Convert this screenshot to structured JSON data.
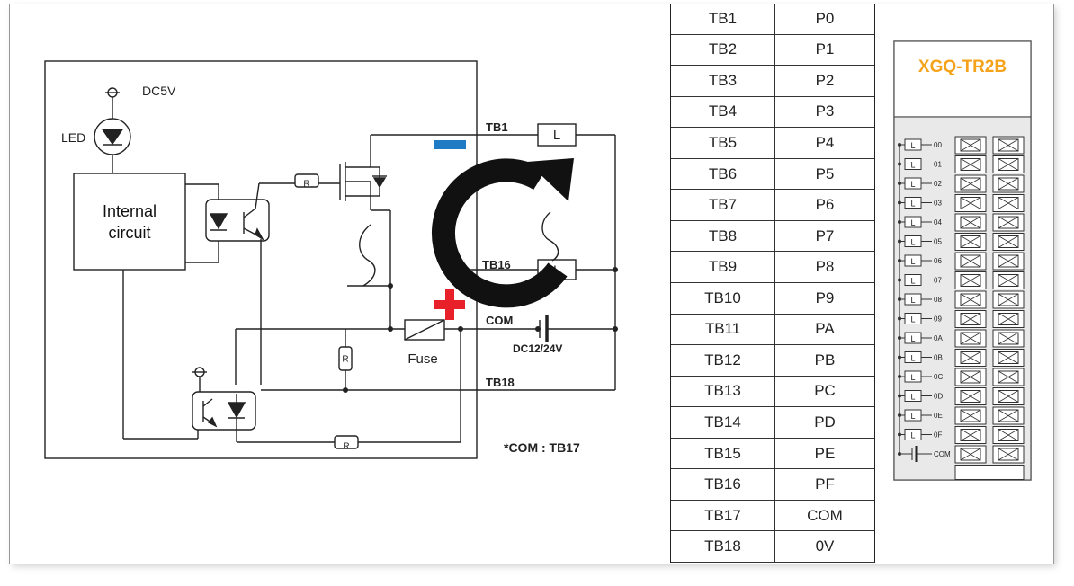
{
  "circuit": {
    "power_label": "DC5V",
    "led_label": "LED",
    "internal_circuit_line1": "Internal",
    "internal_circuit_line2": "circuit",
    "resistor_label": "R",
    "load_label": "L",
    "tb1_label": "TB1",
    "tb16_label": "TB16",
    "com_label": "COM",
    "tb18_label": "TB18",
    "supply_label": "DC12/24V",
    "fuse_label": "Fuse",
    "com_note": "*COM : TB17",
    "minus_color": "#1f7bc4",
    "plus_color": "#e8202a",
    "arrow_color": "#111111"
  },
  "terminal_table": {
    "rows": [
      {
        "terminal": "TB1",
        "signal": "P0"
      },
      {
        "terminal": "TB2",
        "signal": "P1"
      },
      {
        "terminal": "TB3",
        "signal": "P2"
      },
      {
        "terminal": "TB4",
        "signal": "P3"
      },
      {
        "terminal": "TB5",
        "signal": "P4"
      },
      {
        "terminal": "TB6",
        "signal": "P5"
      },
      {
        "terminal": "TB7",
        "signal": "P6"
      },
      {
        "terminal": "TB8",
        "signal": "P7"
      },
      {
        "terminal": "TB9",
        "signal": "P8"
      },
      {
        "terminal": "TB10",
        "signal": "P9"
      },
      {
        "terminal": "TB11",
        "signal": "PA"
      },
      {
        "terminal": "TB12",
        "signal": "PB"
      },
      {
        "terminal": "TB13",
        "signal": "PC"
      },
      {
        "terminal": "TB14",
        "signal": "PD"
      },
      {
        "terminal": "TB15",
        "signal": "PE"
      },
      {
        "terminal": "TB16",
        "signal": "PF"
      },
      {
        "terminal": "TB17",
        "signal": "COM"
      },
      {
        "terminal": "TB18",
        "signal": "0V"
      }
    ]
  },
  "module": {
    "name": "XGQ-TR2B",
    "name_color": "#f4a31b",
    "channel_labels": [
      "00",
      "01",
      "02",
      "03",
      "04",
      "05",
      "06",
      "07",
      "08",
      "09",
      "0A",
      "0B",
      "0C",
      "0D",
      "0E",
      "0F"
    ],
    "com_label": "COM",
    "load_label": "L"
  }
}
